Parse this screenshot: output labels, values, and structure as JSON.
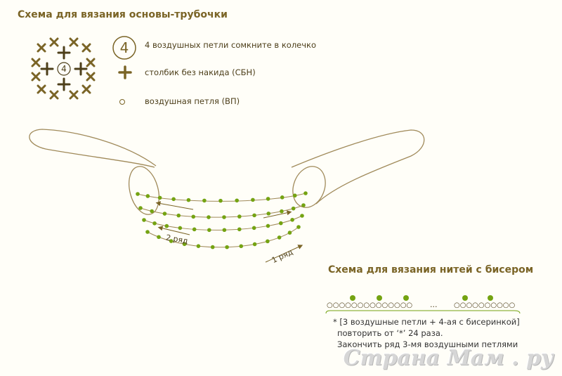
{
  "titles": {
    "base": "Схема для вязания основы-трубочки",
    "beads": "Схема для вязания нитей с бисером"
  },
  "legend": {
    "ring_number": "4",
    "ring_text": "4 воздушных петли сомкните в колечко",
    "sbn_text": "столбик без накида (СБН)",
    "vp_text": "воздушная петля (ВП)"
  },
  "motif": {
    "center_number": "4"
  },
  "tube": {
    "row1_label": "1 ряд",
    "row2_label": "2 ряд"
  },
  "bead_scheme": {
    "chain_left": "○○○○○○○○○○○○○○",
    "ellipsis": "...",
    "chain_right": "○○○○○○○○○○",
    "instruction_line1": "* [3 воздушные петли + 4-ая с бисеринкой]",
    "instruction_line2": "повторить от ‘*’ 24 раза.",
    "instruction_line3": "Закончить ряд 3-мя воздушными петлями"
  },
  "watermark": "Страна Мам . ру",
  "colors": {
    "brown": "#7a6426",
    "dark": "#4d3f1a",
    "bead": "#74a312",
    "tube_line": "#a08a5a"
  }
}
